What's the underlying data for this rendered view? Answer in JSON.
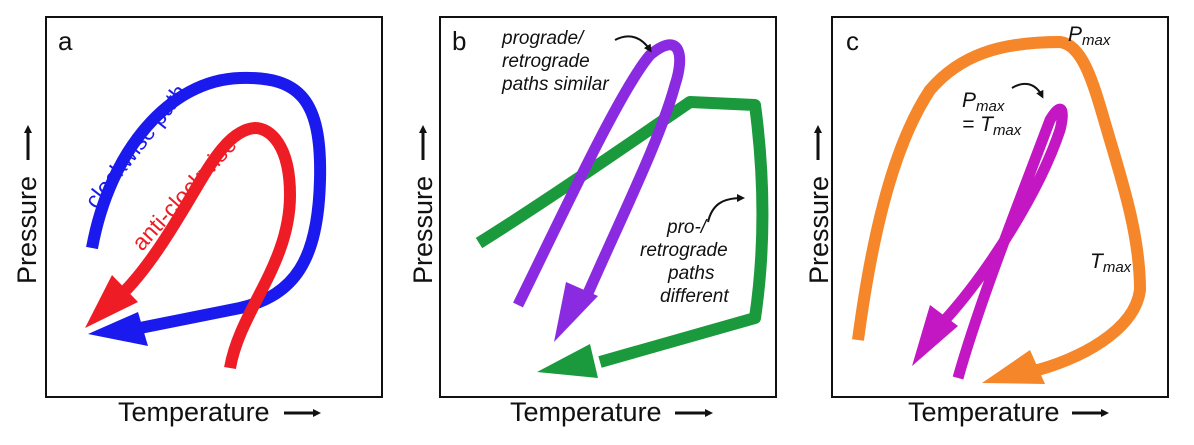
{
  "panels": [
    {
      "letter": "a",
      "xlabel": "Temperature",
      "ylabel": "Pressure",
      "paths": [
        {
          "label": "clockwise path",
          "color": "#1a1aee"
        },
        {
          "label": "anti-clockwise",
          "color": "#ee1c24"
        }
      ]
    },
    {
      "letter": "b",
      "xlabel": "Temperature",
      "ylabel": "Pressure",
      "notes": {
        "similar": [
          "prograde/",
          "retrograde",
          "paths similar"
        ],
        "different": [
          "pro-/",
          "retrograde",
          "paths",
          "different"
        ]
      },
      "colors": {
        "similar": "#8a2be2",
        "different": "#1a9a3c"
      }
    },
    {
      "letter": "c",
      "xlabel": "Temperature",
      "ylabel": "Pressure",
      "labels": {
        "pmax_top": {
          "main": "P",
          "sub": "max"
        },
        "pmax_eq_line1": {
          "main": "P",
          "sub": "max"
        },
        "pmax_eq_line2": {
          "prefix": "= ",
          "main": "T",
          "sub": "max"
        },
        "tmax": {
          "main": "T",
          "sub": "max"
        }
      },
      "colors": {
        "outer": "#f5862a",
        "inner": "#c417c4"
      }
    }
  ]
}
